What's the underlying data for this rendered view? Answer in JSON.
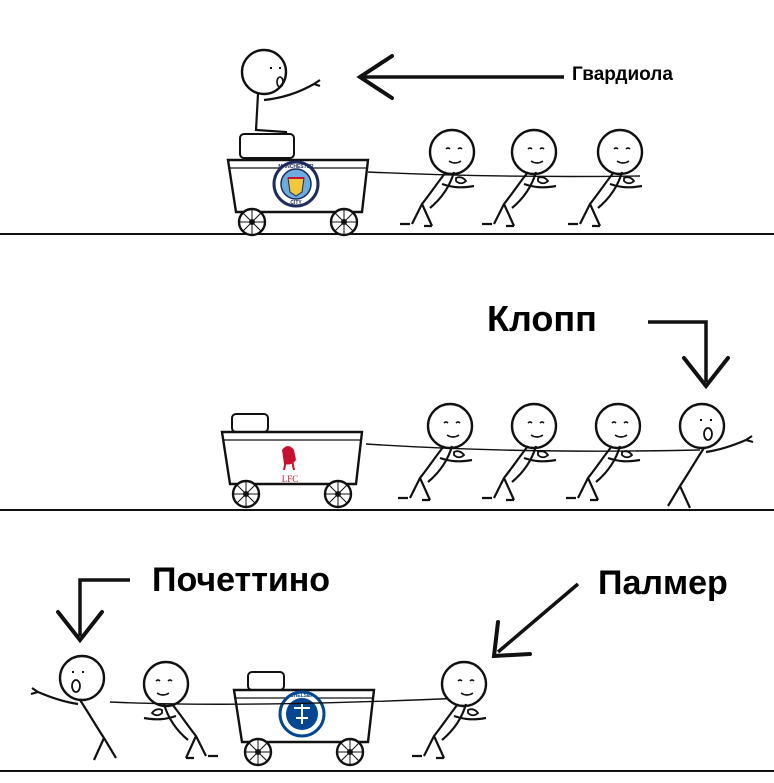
{
  "panels": [
    {
      "label": "Гвардиола",
      "badge": {
        "top": "MANCHESTER",
        "bottom": "CITY",
        "color": "#6CABDD",
        "ring": "#1C2C5B"
      }
    },
    {
      "label": "Клопп",
      "badge": {
        "text": "LFC",
        "color": "#C8102E"
      }
    },
    {
      "labels": [
        "Почеттино",
        "Палмер"
      ],
      "badge": {
        "text": "CHELSEA",
        "color": "#034694"
      }
    }
  ]
}
